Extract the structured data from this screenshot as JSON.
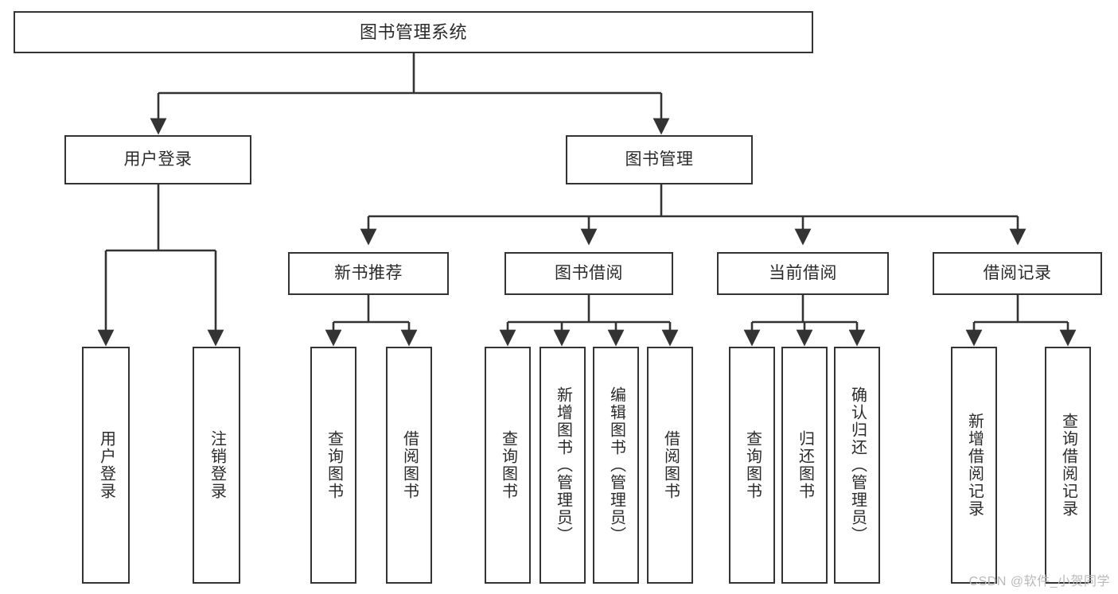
{
  "diagram": {
    "title": "图书管理系统",
    "type": "hierarchy-tree",
    "watermark": "CSDN @软件_小贺同学",
    "colors": {
      "box_stroke": "#333333",
      "box_fill": "#ffffff",
      "edge": "#333333",
      "text": "#2b2b2b",
      "watermark": "#b9b9b9",
      "background": "#ffffff"
    },
    "nodes": {
      "root": {
        "label": "图书管理系统",
        "level": 1,
        "orientation": "horizontal"
      },
      "user_login": {
        "label": "用户登录",
        "level": 2,
        "orientation": "horizontal"
      },
      "book_manage": {
        "label": "图书管理",
        "level": 2,
        "orientation": "horizontal"
      },
      "new_book_rec": {
        "label": "新书推荐",
        "level": 3,
        "orientation": "horizontal"
      },
      "book_borrow": {
        "label": "图书借阅",
        "level": 3,
        "orientation": "horizontal"
      },
      "current_borrow": {
        "label": "当前借阅",
        "level": 3,
        "orientation": "horizontal"
      },
      "borrow_record": {
        "label": "借阅记录",
        "level": 3,
        "orientation": "horizontal"
      },
      "leaf_user_login": {
        "label": "用户登录",
        "level": 4,
        "orientation": "vertical"
      },
      "leaf_logout": {
        "label": "注销登录",
        "level": 4,
        "orientation": "vertical"
      },
      "leaf_query_book_1": {
        "label": "查询图书",
        "level": 4,
        "orientation": "vertical"
      },
      "leaf_borrow_book_1": {
        "label": "借阅图书",
        "level": 4,
        "orientation": "vertical"
      },
      "leaf_query_book_2": {
        "label": "查询图书",
        "level": 4,
        "orientation": "vertical"
      },
      "leaf_add_book": {
        "label": "新增图书（管理员）",
        "level": 4,
        "orientation": "vertical"
      },
      "leaf_edit_book": {
        "label": "编辑图书（管理员）",
        "level": 4,
        "orientation": "vertical"
      },
      "leaf_borrow_book_2": {
        "label": "借阅图书",
        "level": 4,
        "orientation": "vertical"
      },
      "leaf_query_book_3": {
        "label": "查询图书",
        "level": 4,
        "orientation": "vertical"
      },
      "leaf_return_book": {
        "label": "归还图书",
        "level": 4,
        "orientation": "vertical"
      },
      "leaf_confirm_return": {
        "label": "确认归还（管理员）",
        "level": 4,
        "orientation": "vertical"
      },
      "leaf_add_record": {
        "label": "新增借阅记录",
        "level": 4,
        "orientation": "vertical"
      },
      "leaf_query_record": {
        "label": "查询借阅记录",
        "level": 4,
        "orientation": "vertical"
      }
    },
    "edges": [
      {
        "from": "root",
        "to": "user_login"
      },
      {
        "from": "root",
        "to": "book_manage"
      },
      {
        "from": "user_login",
        "to": "leaf_user_login"
      },
      {
        "from": "user_login",
        "to": "leaf_logout"
      },
      {
        "from": "book_manage",
        "to": "new_book_rec"
      },
      {
        "from": "book_manage",
        "to": "book_borrow"
      },
      {
        "from": "book_manage",
        "to": "current_borrow"
      },
      {
        "from": "book_manage",
        "to": "borrow_record"
      },
      {
        "from": "new_book_rec",
        "to": "leaf_query_book_1"
      },
      {
        "from": "new_book_rec",
        "to": "leaf_borrow_book_1"
      },
      {
        "from": "book_borrow",
        "to": "leaf_query_book_2"
      },
      {
        "from": "book_borrow",
        "to": "leaf_add_book"
      },
      {
        "from": "book_borrow",
        "to": "leaf_edit_book"
      },
      {
        "from": "book_borrow",
        "to": "leaf_borrow_book_2"
      },
      {
        "from": "current_borrow",
        "to": "leaf_query_book_3"
      },
      {
        "from": "current_borrow",
        "to": "leaf_return_book"
      },
      {
        "from": "current_borrow",
        "to": "leaf_confirm_return"
      },
      {
        "from": "borrow_record",
        "to": "leaf_add_record"
      },
      {
        "from": "borrow_record",
        "to": "leaf_query_record"
      }
    ]
  }
}
